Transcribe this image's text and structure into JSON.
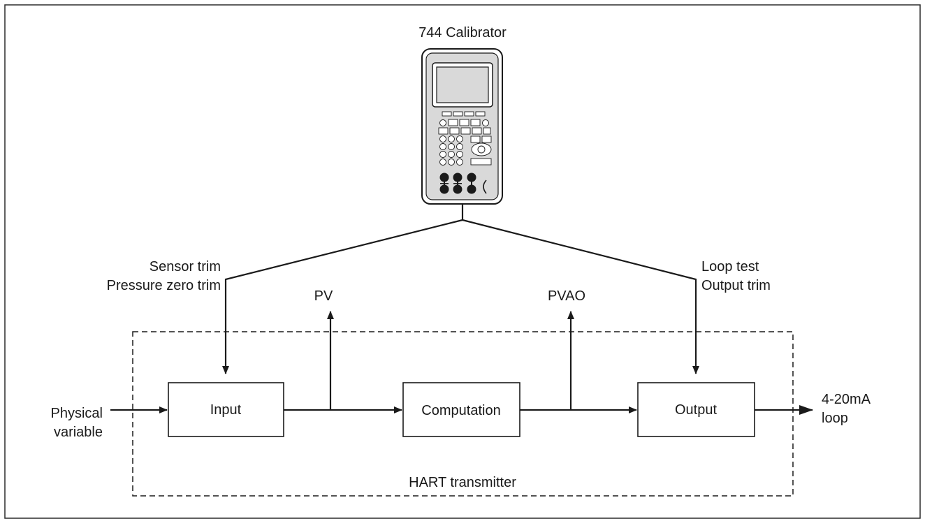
{
  "calibrator": {
    "title": "744 Calibrator"
  },
  "labels": {
    "sensor_trim": "Sensor trim",
    "pressure_zero_trim": "Pressure zero trim",
    "loop_test": "Loop test",
    "output_trim": "Output trim",
    "pv": "PV",
    "pvao": "PVAO",
    "physical_line1": "Physical",
    "physical_line2": "variable",
    "loop_line1": "4-20mA",
    "loop_line2": "loop"
  },
  "blocks": {
    "input": "Input",
    "computation": "Computation",
    "output": "Output"
  },
  "transmitter": {
    "label": "HART transmitter"
  },
  "colors": {
    "line": "#1a1a1a",
    "frame": "#2b2b2b",
    "background": "#ffffff",
    "device_gray": "#d9d9d9"
  }
}
